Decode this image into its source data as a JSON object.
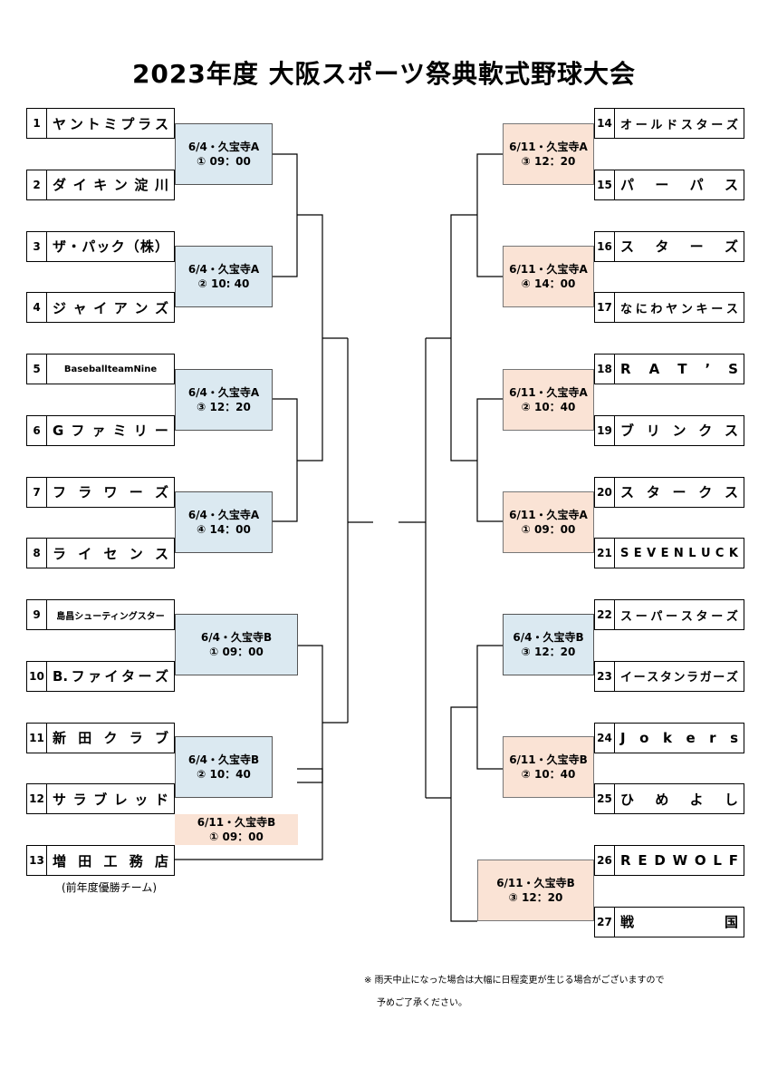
{
  "title": "2023年度 大阪スポーツ祭典軟式野球大会",
  "left_teams": [
    {
      "num": "1",
      "chars": [
        "ヤ",
        "ン",
        "ト",
        "ミ",
        "プ",
        "ラ",
        "ス"
      ]
    },
    {
      "num": "2",
      "chars": [
        "ダ",
        "イ",
        "キ",
        "ン",
        "淀",
        "川"
      ]
    },
    {
      "num": "3",
      "chars": [
        "ザ",
        "・",
        "パ",
        "ッ",
        "ク",
        "（",
        "株",
        "）"
      ]
    },
    {
      "num": "4",
      "chars": [
        "ジ",
        "ャ",
        "イ",
        "ア",
        "ン",
        "ズ"
      ]
    },
    {
      "num": "5",
      "chars": [
        "BaseballteamNine"
      ]
    },
    {
      "num": "6",
      "chars": [
        "G",
        "フ",
        "ァ",
        "ミ",
        "リ",
        "ー"
      ]
    },
    {
      "num": "7",
      "chars": [
        "フ",
        "ラ",
        "ワ",
        "ー",
        "ズ"
      ]
    },
    {
      "num": "8",
      "chars": [
        "ラ",
        "イ",
        "セ",
        "ン",
        "ス"
      ]
    },
    {
      "num": "9",
      "chars": [
        "島昌シューティングスター"
      ]
    },
    {
      "num": "10",
      "chars": [
        "B.",
        "フ",
        "ァ",
        "イ",
        "タ",
        "ー",
        "ズ"
      ]
    },
    {
      "num": "11",
      "chars": [
        "新",
        "田",
        "ク",
        "ラ",
        "ブ"
      ]
    },
    {
      "num": "12",
      "chars": [
        "サ",
        "ラ",
        "ブ",
        "レ",
        "ッ",
        "ド"
      ]
    },
    {
      "num": "13",
      "chars": [
        "増",
        "田",
        "工",
        "務",
        "店"
      ]
    }
  ],
  "right_teams": [
    {
      "num": "14",
      "chars": [
        "オ",
        "ー",
        "ル",
        "ド",
        "ス",
        "タ",
        "ー",
        "ズ"
      ]
    },
    {
      "num": "15",
      "chars": [
        "パ",
        "ー",
        "パ",
        "ス"
      ]
    },
    {
      "num": "16",
      "chars": [
        "ス",
        "タ",
        "ー",
        "ズ"
      ]
    },
    {
      "num": "17",
      "chars": [
        "な",
        "に",
        "わ",
        "ヤ",
        "ン",
        "キ",
        "ー",
        "ス"
      ]
    },
    {
      "num": "18",
      "chars": [
        "R",
        "A",
        "T",
        "’",
        "S"
      ]
    },
    {
      "num": "19",
      "chars": [
        "ブ",
        "リ",
        "ン",
        "ク",
        "ス"
      ]
    },
    {
      "num": "20",
      "chars": [
        "ス",
        "タ",
        "ー",
        "ク",
        "ス"
      ]
    },
    {
      "num": "21",
      "chars": [
        "S",
        "E",
        "V",
        "E",
        "N",
        "L",
        "U",
        "C",
        "K"
      ]
    },
    {
      "num": "22",
      "chars": [
        "ス",
        "ー",
        "パ",
        "ー",
        "ス",
        "タ",
        "ー",
        "ズ"
      ]
    },
    {
      "num": "23",
      "chars": [
        "イ",
        "ー",
        "ス",
        "タ",
        "ン",
        "ラ",
        "ガ",
        "ー",
        "ズ"
      ]
    },
    {
      "num": "24",
      "chars": [
        "J",
        "o",
        "k",
        "e",
        "r",
        "s"
      ]
    },
    {
      "num": "25",
      "chars": [
        "ひ",
        "め",
        "よ",
        "し"
      ]
    },
    {
      "num": "26",
      "chars": [
        "R",
        "E",
        "D",
        "W",
        "O",
        "L",
        "F"
      ]
    },
    {
      "num": "27",
      "chars": [
        "戦",
        "国"
      ]
    }
  ],
  "games": {
    "g1": {
      "line1": "6/4・久宝寺A",
      "line2": "① 09：00"
    },
    "g2": {
      "line1": "6/4・久宝寺A",
      "line2": "②  10: 40"
    },
    "g3": {
      "line1": "6/4・久宝寺A",
      "line2": "③ 12：20"
    },
    "g4": {
      "line1": "6/4・久宝寺A",
      "line2": "④ 14：00"
    },
    "g5": {
      "line1": "6/4・久宝寺B",
      "line2": "① 09：00"
    },
    "g6": {
      "line1": "6/4・久宝寺B",
      "line2": "② 10：40"
    },
    "g7": {
      "line1": "6/11・久宝寺B",
      "line2": "① 09：00"
    },
    "g8": {
      "line1": "6/11・久宝寺A",
      "line2": "③ 12：20"
    },
    "g9": {
      "line1": "6/11・久宝寺A",
      "line2": "④ 14：00"
    },
    "g10": {
      "line1": "6/11・久宝寺A",
      "line2": "② 10：40"
    },
    "g11": {
      "line1": "6/11・久宝寺A",
      "line2": "① 09：00"
    },
    "g12": {
      "line1": "6/4・久宝寺B",
      "line2": "③ 12：20"
    },
    "g13": {
      "line1": "6/11・久宝寺B",
      "line2": "② 10：40"
    },
    "g14": {
      "line1": "6/11・久宝寺B",
      "line2": "③ 12：20"
    }
  },
  "prev_champion_note": "(前年度優勝チーム)",
  "footnote": {
    "line1": "※  雨天中止になった場合は大幅に日程変更が生じる場合がございますので",
    "line2": "予めご了承ください。"
  },
  "colors": {
    "blue": "#dbe9f1",
    "peach": "#fae3d5"
  }
}
